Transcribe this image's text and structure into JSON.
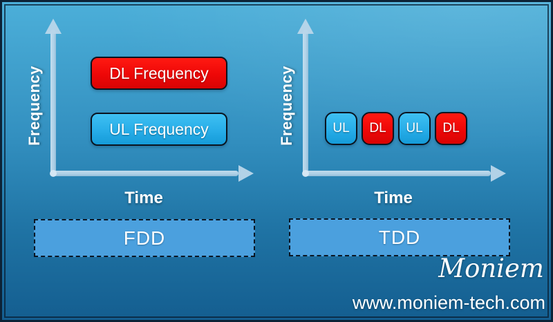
{
  "colors": {
    "dl_red": "#ee0707",
    "ul_blue": "#27ade8",
    "duplex_fill": "#4ba0de",
    "axis_light": "#b9d6ea",
    "bg_top": "#4cafd9",
    "bg_bottom": "#145e90",
    "frame_dark": "#0c2236"
  },
  "charts": [
    {
      "name": "FDD",
      "y_axis_label": "Frequency",
      "x_axis_label": "Time",
      "bands": [
        {
          "label": "DL Frequency",
          "type": "dl",
          "color": "#ee0707"
        },
        {
          "label": "UL Frequency",
          "type": "ul",
          "color": "#27ade8"
        }
      ],
      "duplex_label": "FDD"
    },
    {
      "name": "TDD",
      "y_axis_label": "Frequency",
      "x_axis_label": "Time",
      "slots": [
        {
          "label": "UL",
          "type": "ul",
          "color": "#27ade8"
        },
        {
          "label": "DL",
          "type": "dl",
          "color": "#ee0707"
        },
        {
          "label": "UL",
          "type": "ul",
          "color": "#27ade8"
        },
        {
          "label": "DL",
          "type": "dl",
          "color": "#ee0707"
        }
      ],
      "duplex_label": "TDD"
    }
  ],
  "footer": {
    "brand": "Moniem",
    "website": "www.moniem-tech.com"
  }
}
